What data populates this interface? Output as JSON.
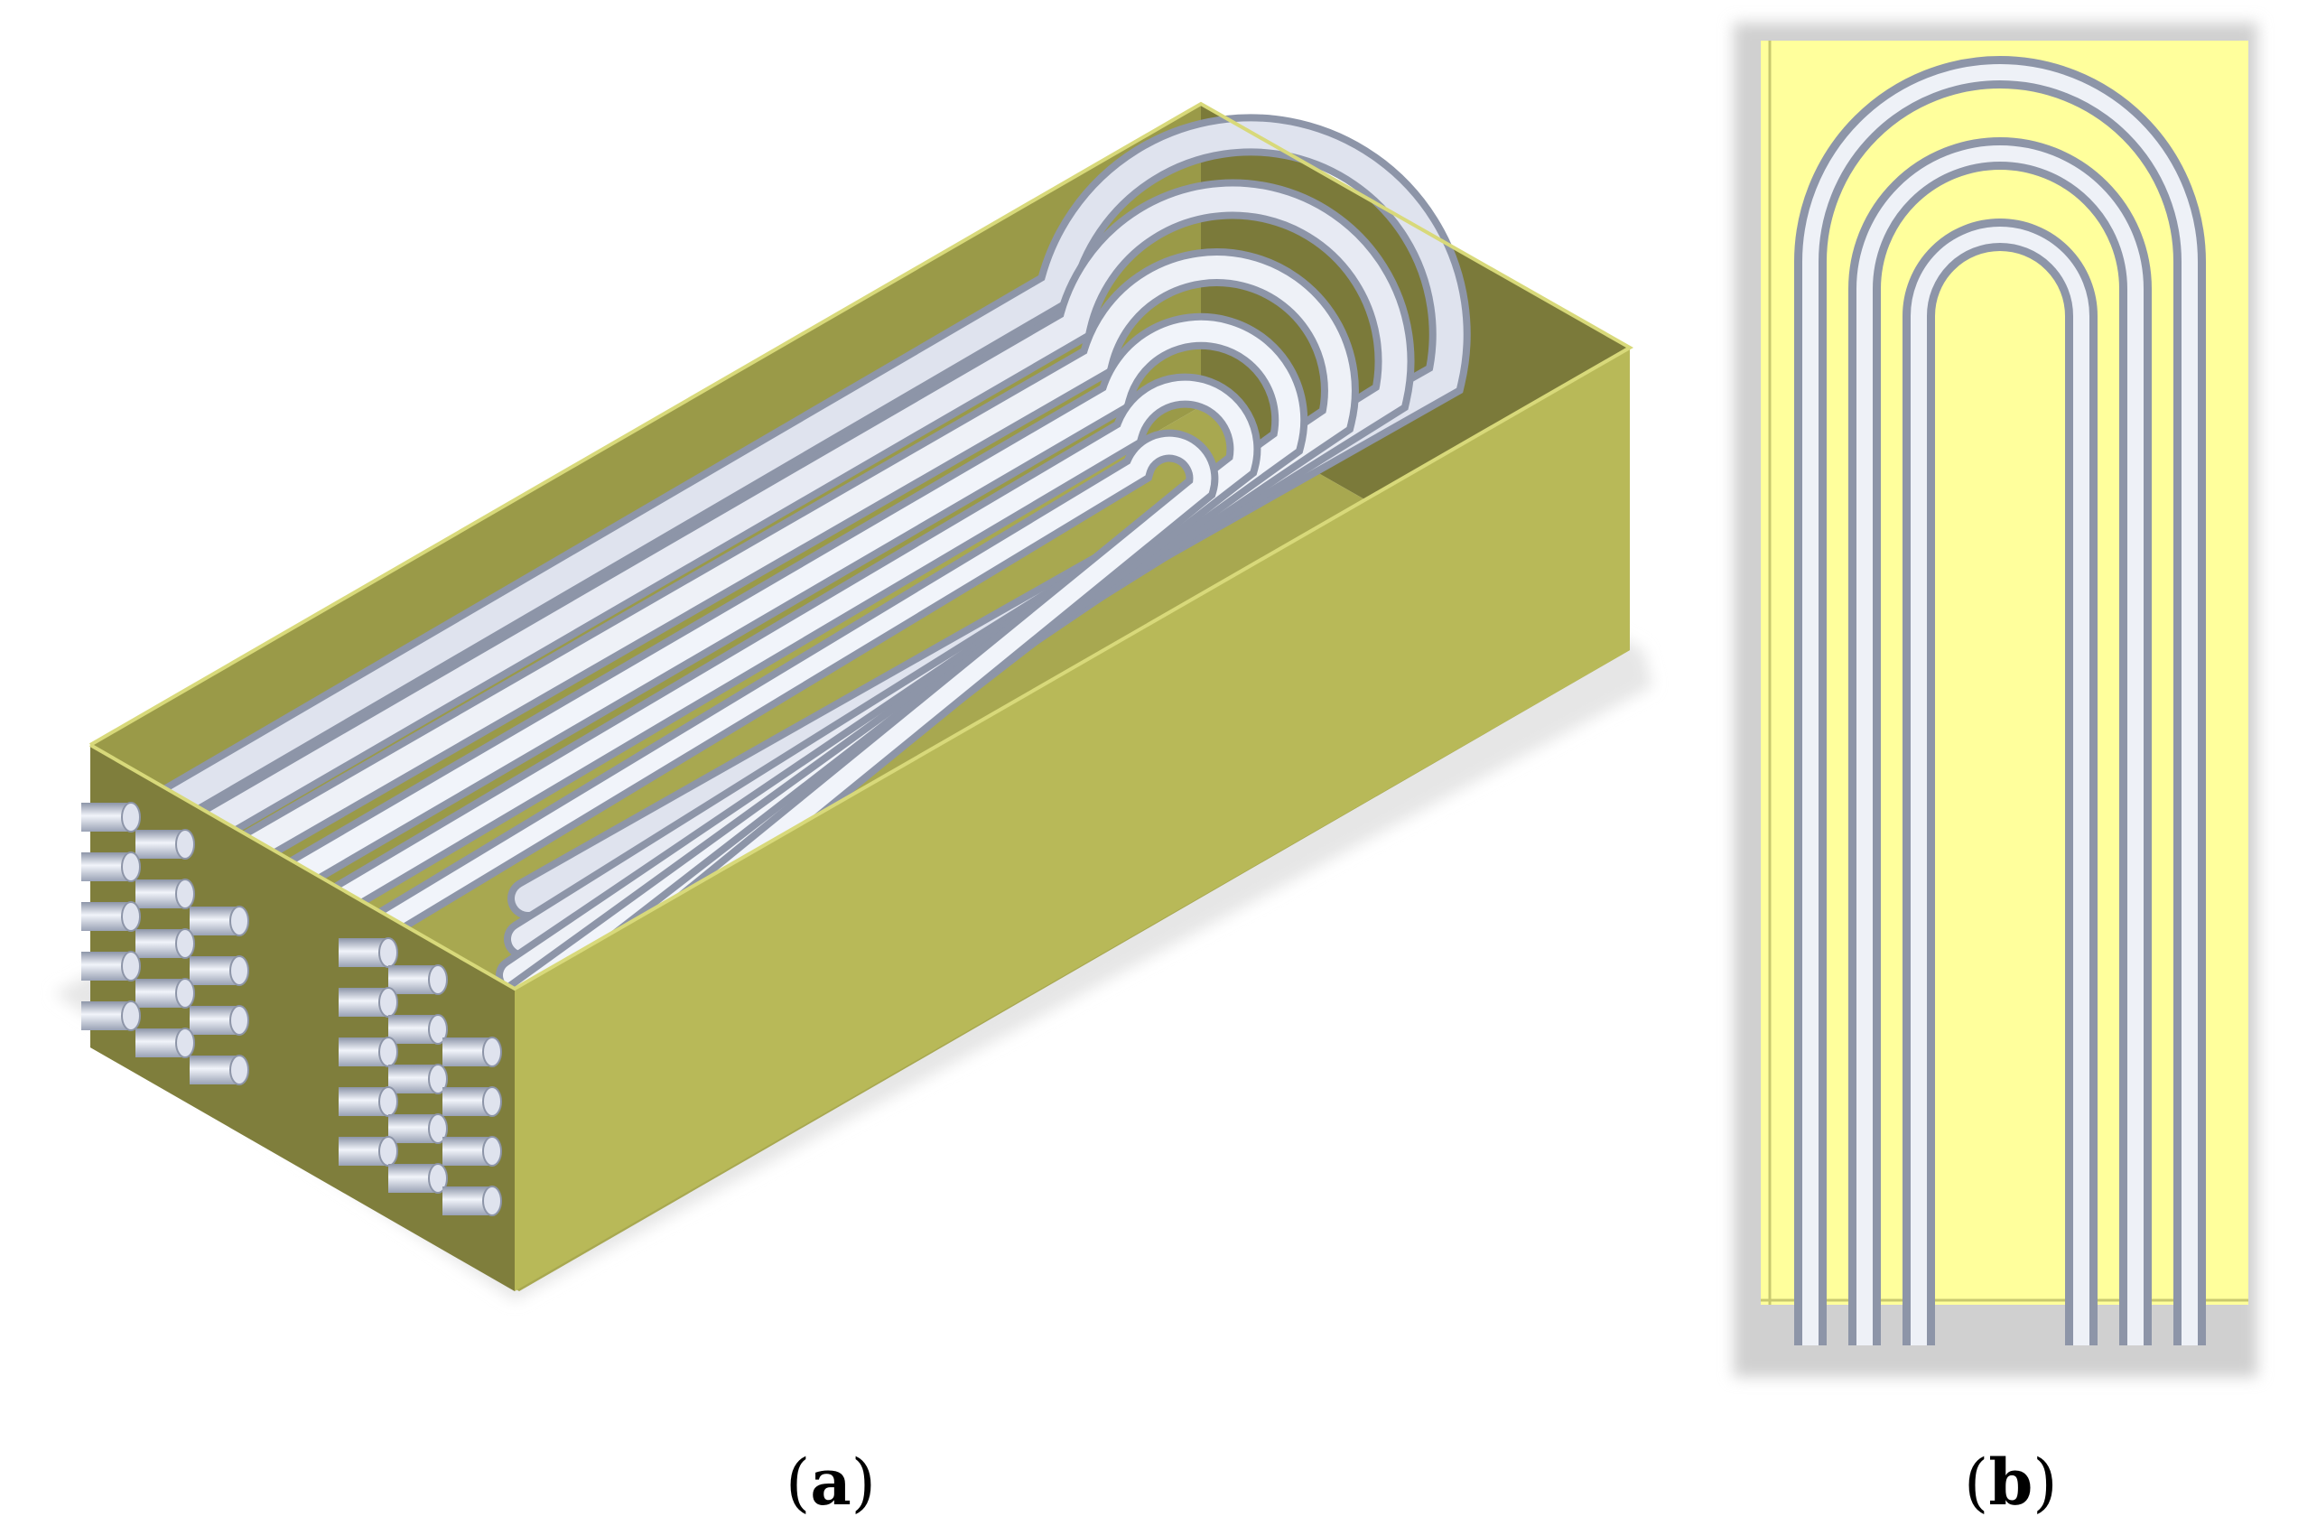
{
  "panels": [
    {
      "id": "a",
      "letter": "a"
    },
    {
      "id": "b",
      "letter": "b"
    }
  ],
  "colors": {
    "box_front": "#b8b958",
    "box_top_edge": "#d8d97a",
    "box_inner_wall": "#7b7a3a",
    "tube_light": "#f1f4fa",
    "tube_mid": "#c9cfe0",
    "tube_dark": "#8d95a8",
    "plan_background": "#ffff9c"
  },
  "tube_bundle": {
    "u_bends_visible_in_plan": 3,
    "tube_stubs_per_end_in_plan": 3
  }
}
